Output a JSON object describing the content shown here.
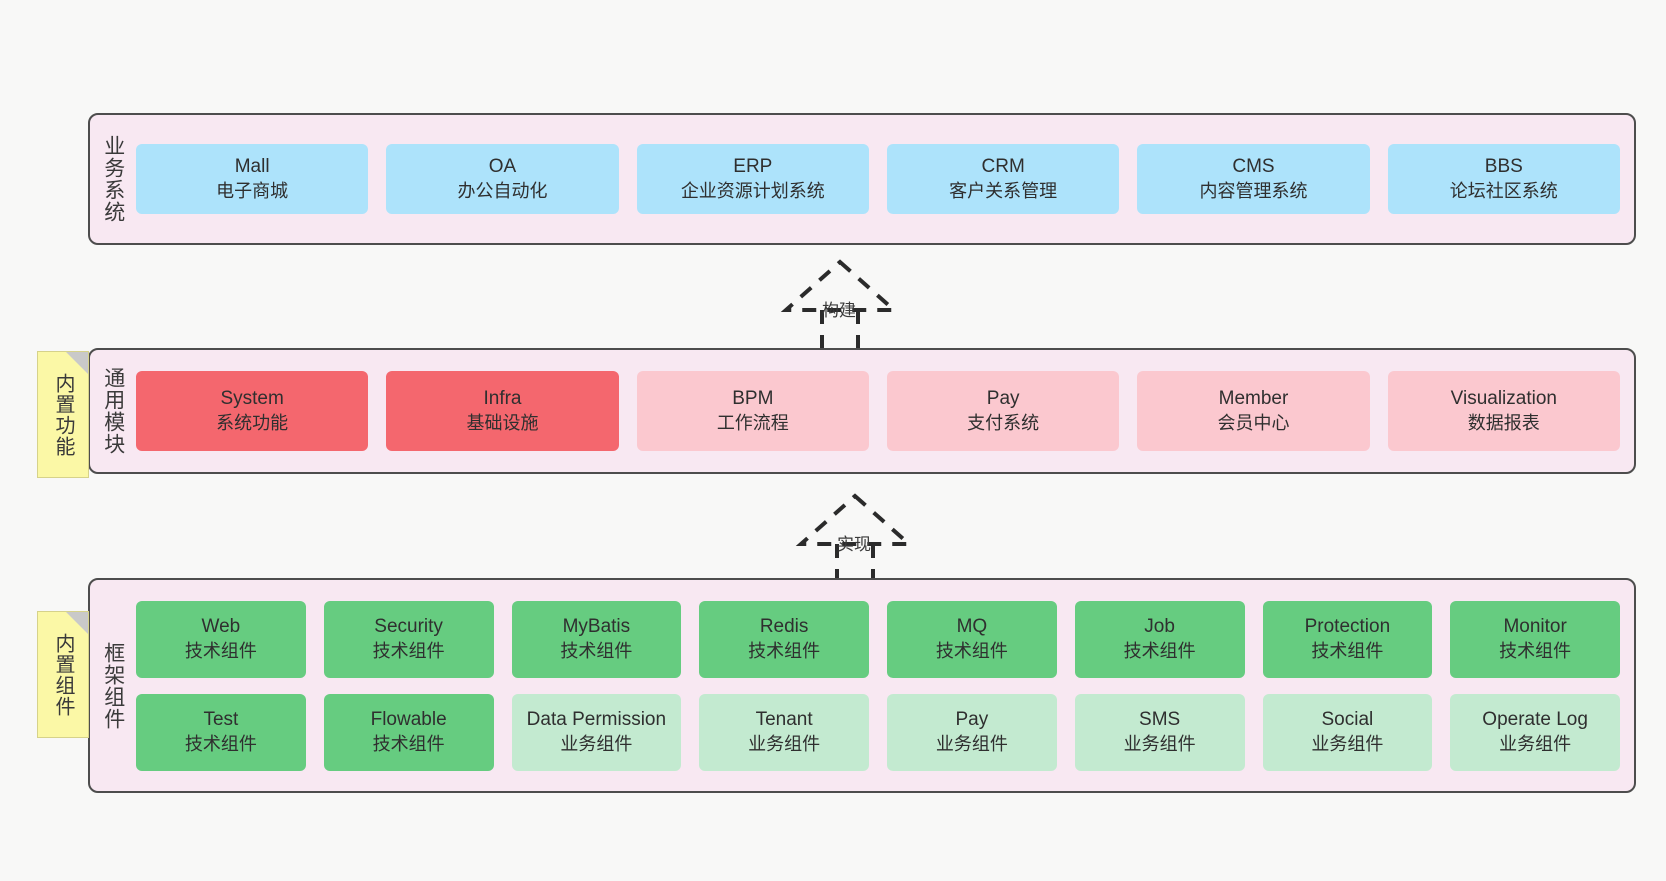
{
  "background": "#f8f8f7",
  "palette": {
    "layer_fill": "#f8e8f2",
    "layer_border": "#4d4d4d",
    "business_node": "#ade3fb",
    "module_core": "#f4676e",
    "module_optional": "#fbc8cf",
    "framework_tech": "#66cc80",
    "framework_business": "#c3ead0",
    "sticky_note": "#fbf8a6"
  },
  "layers": [
    {
      "id": "business-system",
      "title": "业务系统",
      "rows": [
        {
          "nodes": [
            {
              "en": "Mall",
              "cn": "电子商城",
              "color": "blue"
            },
            {
              "en": "OA",
              "cn": "办公自动化",
              "color": "blue"
            },
            {
              "en": "ERP",
              "cn": "企业资源计划系统",
              "color": "blue"
            },
            {
              "en": "CRM",
              "cn": "客户关系管理",
              "color": "blue"
            },
            {
              "en": "CMS",
              "cn": "内容管理系统",
              "color": "blue"
            },
            {
              "en": "BBS",
              "cn": "论坛社区系统",
              "color": "blue"
            }
          ]
        }
      ]
    },
    {
      "id": "common-modules",
      "title": "通用模块",
      "rows": [
        {
          "nodes": [
            {
              "en": "System",
              "cn": "系统功能",
              "color": "red"
            },
            {
              "en": "Infra",
              "cn": "基础设施",
              "color": "red"
            },
            {
              "en": "BPM",
              "cn": "工作流程",
              "color": "pink"
            },
            {
              "en": "Pay",
              "cn": "支付系统",
              "color": "pink"
            },
            {
              "en": "Member",
              "cn": "会员中心",
              "color": "pink"
            },
            {
              "en": "Visualization",
              "cn": "数据报表",
              "color": "pink"
            }
          ]
        }
      ]
    },
    {
      "id": "framework-components",
      "title": "框架组件",
      "rows": [
        {
          "nodes": [
            {
              "en": "Web",
              "cn": "技术组件",
              "color": "green"
            },
            {
              "en": "Security",
              "cn": "技术组件",
              "color": "green"
            },
            {
              "en": "MyBatis",
              "cn": "技术组件",
              "color": "green"
            },
            {
              "en": "Redis",
              "cn": "技术组件",
              "color": "green"
            },
            {
              "en": "MQ",
              "cn": "技术组件",
              "color": "green"
            },
            {
              "en": "Job",
              "cn": "技术组件",
              "color": "green"
            },
            {
              "en": "Protection",
              "cn": "技术组件",
              "color": "green"
            },
            {
              "en": "Monitor",
              "cn": "技术组件",
              "color": "green"
            }
          ]
        },
        {
          "nodes": [
            {
              "en": "Test",
              "cn": "技术组件",
              "color": "green"
            },
            {
              "en": "Flowable",
              "cn": "技术组件",
              "color": "green"
            },
            {
              "en": "Data Permission",
              "cn": "业务组件",
              "color": "lightgreen"
            },
            {
              "en": "Tenant",
              "cn": "业务组件",
              "color": "lightgreen"
            },
            {
              "en": "Pay",
              "cn": "业务组件",
              "color": "lightgreen"
            },
            {
              "en": "SMS",
              "cn": "业务组件",
              "color": "lightgreen"
            },
            {
              "en": "Social",
              "cn": "业务组件",
              "color": "lightgreen"
            },
            {
              "en": "Operate Log",
              "cn": "业务组件",
              "color": "lightgreen"
            }
          ]
        }
      ]
    }
  ],
  "sticky_notes": [
    {
      "id": "built-in-features",
      "text": "内置功能"
    },
    {
      "id": "built-in-components",
      "text": "内置组件"
    }
  ],
  "arrows": [
    {
      "id": "build",
      "label": "构建"
    },
    {
      "id": "implement",
      "label": "实现"
    }
  ]
}
